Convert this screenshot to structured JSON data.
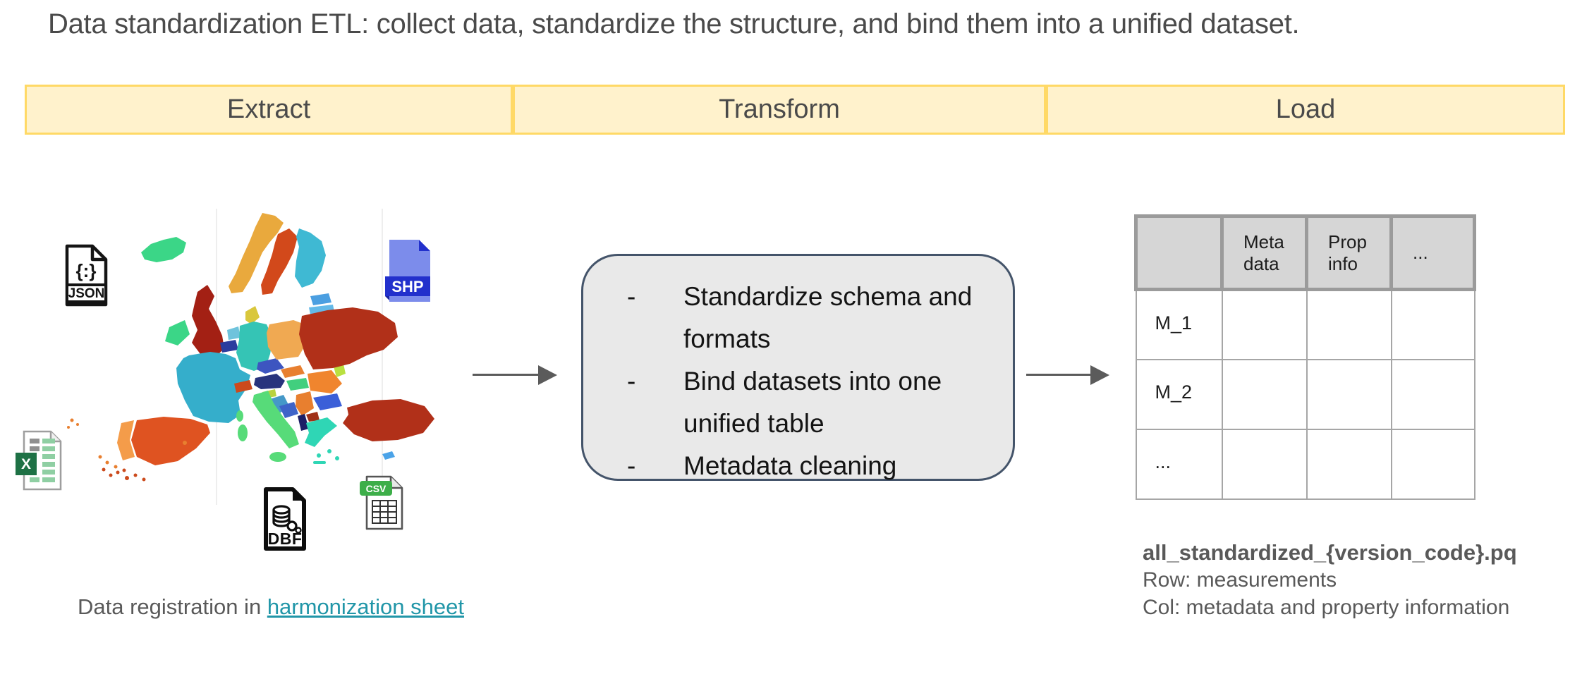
{
  "title": "Data standardization ETL: collect data, standardize the structure, and bind them into a unified dataset.",
  "etl_stages": {
    "extract": "Extract",
    "transform": "Transform",
    "load": "Load"
  },
  "extract": {
    "icons": {
      "json_symbol": "{:}",
      "json_label": "JSON",
      "shp_label": "SHP",
      "excel_label": "X",
      "dbf_label": "DBF",
      "csv_label": "CSV"
    },
    "registration_prefix": "Data registration in ",
    "registration_link": "harmonization sheet"
  },
  "transform": {
    "bullet": "-",
    "items": [
      "Standardize schema and formats",
      "Bind datasets into one unified table",
      "Metadata cleaning"
    ]
  },
  "load": {
    "table": {
      "col_headers": [
        "",
        "Meta data",
        "Prop info",
        "..."
      ],
      "row_headers": [
        "M_1",
        "M_2",
        "..."
      ]
    },
    "caption": {
      "filename": "all_standardized_{version_code}.pq",
      "row_desc": "Row: measurements",
      "col_desc": "Col: metadata and property information"
    }
  },
  "colors": {
    "header_fill": "#FFF2CC",
    "header_border": "#FFD966",
    "box_fill": "#E9E9E9",
    "box_border": "#44546A",
    "link": "#2196A8",
    "muted": "#595959",
    "arrow": "#5B5B5B",
    "table_header_fill": "#D6D6D6",
    "table_border": "#A6A6A6"
  },
  "map": {
    "country_colors": {
      "iceland": "#3BD687",
      "norway": "#E9A93D",
      "sweden": "#D2491B",
      "finland": "#3FB9D3",
      "estonia": "#4B9FE1",
      "latvia": "#63B9E8",
      "lithuania": "#A8D94B",
      "denmark": "#D9C73C",
      "uk": "#A32014",
      "ireland": "#3BD687",
      "netherlands": "#6FC3DC",
      "belgium": "#2B3C9E",
      "germany": "#35C4B5",
      "france": "#35AECB",
      "portugal": "#F49C4A",
      "spain": "#DF5321",
      "switzerland": "#CC4A1C",
      "austria": "#28337D",
      "czechia": "#3D55C0",
      "poland": "#F0A952",
      "slovakia": "#E87F2F",
      "hungary": "#41CF7E",
      "slovenia": "#B9D23F",
      "croatia": "#4598C8",
      "bosnia": "#3E63C8",
      "serbia": "#E87F2F",
      "romania": "#F0852E",
      "moldova": "#B9E040",
      "ukraine": "#B13019",
      "bulgaria": "#3B5FD8",
      "macedonia": "#A03018",
      "albania": "#1D1F66",
      "greece": "#2FD6B5",
      "italy": "#57DB79",
      "turkey": "#B13019",
      "cyprus": "#4BA3E8",
      "kaliningrad": "#E87F2F",
      "islands_orange": "#E87F2F",
      "islands_red": "#CC4A1C"
    },
    "icon_colors": {
      "shp_body": "#7C8CEB",
      "shp_accent": "#2230CC",
      "excel_green": "#1E7145",
      "excel_cell": "#8FCFA3",
      "excel_cell_gray": "#909090",
      "csv_green": "#3DAE49"
    }
  }
}
